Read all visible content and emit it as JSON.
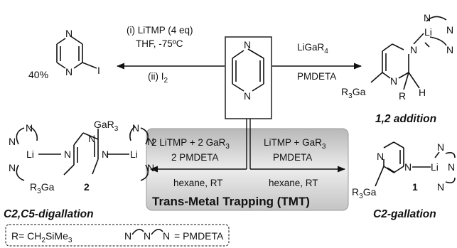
{
  "top_left": {
    "yield": "40%",
    "atom_N1": "N",
    "atom_N2": "N",
    "atom_I": "I",
    "cond_line1": "(i)  LiTMP (4 eq)",
    "cond_line2": "THF, -75ºC",
    "cond_line3_pre": "(ii)  I",
    "cond_line3_sub": "2"
  },
  "center": {
    "atom_N_top": "N",
    "atom_N_bottom": "N"
  },
  "top_right": {
    "reagent_pre": "LiGaR",
    "reagent_sub": "4",
    "reagent_line2": "PMDETA",
    "atom_N_ring": "N",
    "atom_Li": "Li",
    "atom_N_a": "N",
    "atom_N_b": "N",
    "atom_N_c": "N",
    "atom_N_lower": "N",
    "ga_pre": "R",
    "ga_sub": "3",
    "ga_post": "Ga",
    "r_label": "R",
    "h_label": "H",
    "product_label": "1,2 addition"
  },
  "left_product": {
    "ga_top_pre": "GaR",
    "ga_top_sub": "3",
    "ga_bottom_pre": "R",
    "ga_bottom_sub": "3",
    "ga_bottom_post": "Ga",
    "compound_number": "2",
    "li_left": "Li",
    "li_right": "Li",
    "atom_N_ring_top": "N",
    "atom_N_ring_left": "N",
    "atom_N_ring_right": "N",
    "n_left_1": "N",
    "n_left_2": "N",
    "n_left_3": "N",
    "n_right_1": "N",
    "n_right_2": "N",
    "n_right_3": "N",
    "product_label": "C2,C5-digallation"
  },
  "right_product": {
    "atom_N_top": "N",
    "atom_N_ring": "N",
    "atom_Li": "Li",
    "atom_N_a": "N",
    "atom_N_b": "N",
    "atom_N_c": "N",
    "ga_pre": "R",
    "ga_sub": "3",
    "ga_post": "Ga",
    "compound_number": "1",
    "product_label": "C2-gallation"
  },
  "tmt_box": {
    "left_line1_pre": "2 LiTMP + 2 GaR",
    "left_line1_sub": "3",
    "left_line2": "2 PMDETA",
    "left_line3": "hexane, RT",
    "right_line1_pre": "LiTMP + GaR",
    "right_line1_sub": "3",
    "right_line2": "PMDETA",
    "right_line3": "hexane, RT",
    "title": "Trans-Metal Trapping (TMT)",
    "fill_color": "#c8c8c8"
  },
  "legend": {
    "r_def_pre": "R= CH",
    "r_def_sub1": "2",
    "r_def_mid": "SiMe",
    "r_def_sub2": "3",
    "n1": "N",
    "n2": "N",
    "n3": "N",
    "pmdeta_def": "= PMDETA"
  }
}
